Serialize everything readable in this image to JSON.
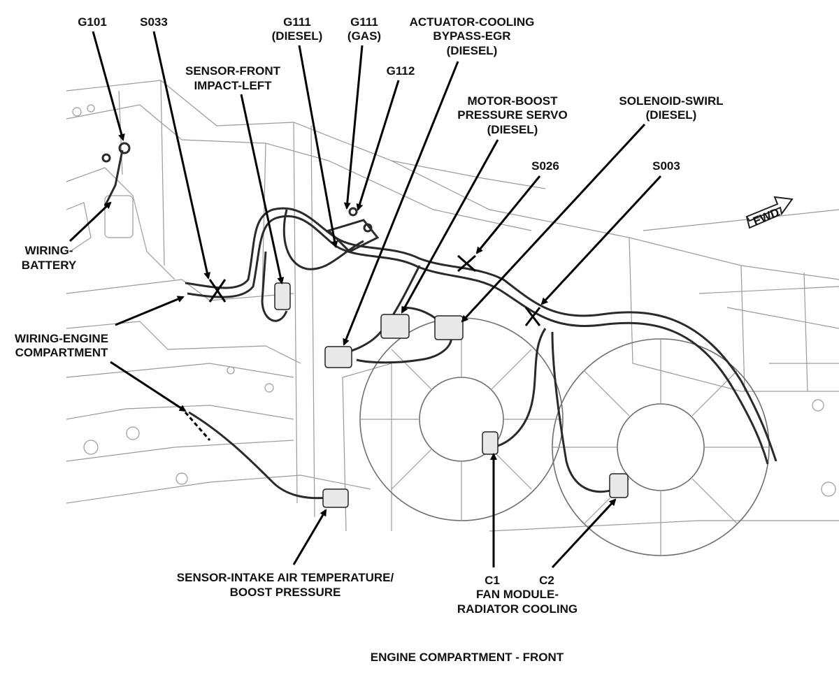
{
  "labels": {
    "g101": "G101",
    "s033": "S033",
    "g111_diesel_1": "G111",
    "g111_diesel_2": "(DIESEL)",
    "g111_gas_1": "G111",
    "g111_gas_2": "(GAS)",
    "actuator_1": "ACTUATOR-COOLING",
    "actuator_2": "BYPASS-EGR",
    "actuator_3": "(DIESEL)",
    "sensor_front_1": "SENSOR-FRONT",
    "sensor_front_2": "IMPACT-LEFT",
    "g112": "G112",
    "motor_boost_1": "MOTOR-BOOST",
    "motor_boost_2": "PRESSURE SERVO",
    "motor_boost_3": "(DIESEL)",
    "solenoid_1": "SOLENOID-SWIRL",
    "solenoid_2": "(DIESEL)",
    "s026": "S026",
    "s003": "S003",
    "wiring_battery_1": "WIRING-",
    "wiring_battery_2": "BATTERY",
    "wiring_engine_1": "WIRING-ENGINE",
    "wiring_engine_2": "COMPARTMENT",
    "sensor_intake_1": "SENSOR-INTAKE AIR TEMPERATURE/",
    "sensor_intake_2": "BOOST PRESSURE",
    "c1": "C1",
    "c2": "C2",
    "fan_module_1": "FAN MODULE-",
    "fan_module_2": "RADIATOR COOLING",
    "fwd": "FWD"
  },
  "caption": "ENGINE COMPARTMENT - FRONT"
}
